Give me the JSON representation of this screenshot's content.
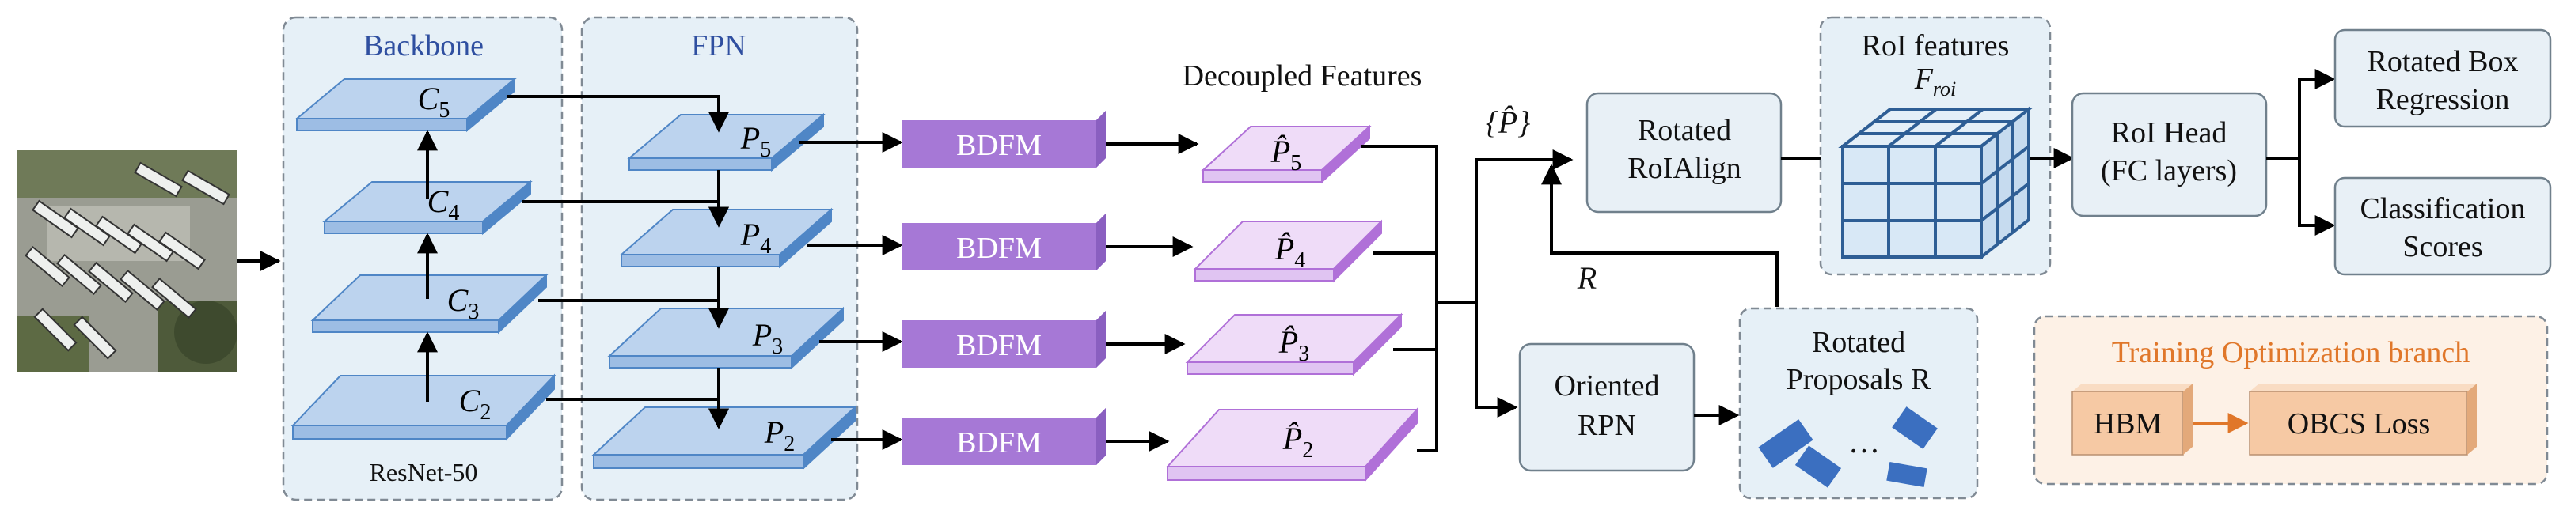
{
  "backbone": {
    "title": "Backbone",
    "footer": "ResNet-50",
    "layers": [
      "C",
      "C",
      "C",
      "C"
    ],
    "layer_subscripts": [
      "5",
      "4",
      "3",
      "2"
    ]
  },
  "fpn": {
    "title": "FPN",
    "layers": [
      "P",
      "P",
      "P",
      "P"
    ],
    "layer_subscripts": [
      "5",
      "4",
      "3",
      "2"
    ]
  },
  "bdfm": {
    "labels": [
      "BDFM",
      "BDFM",
      "BDFM",
      "BDFM"
    ]
  },
  "decoupled": {
    "title": "Decoupled Features",
    "layers": [
      "P̂",
      "P̂",
      "P̂",
      "P̂"
    ],
    "layer_subscripts": [
      "5",
      "4",
      "3",
      "2"
    ]
  },
  "set_label": "{P̂}",
  "r_label": "R",
  "roialign": {
    "line1": "Rotated",
    "line2": "RoIAlign"
  },
  "oriented_rpn": {
    "line1": "Oriented",
    "line2": "RPN"
  },
  "proposals": {
    "line1": "Rotated",
    "line2": "Proposals R",
    "ellipsis": "…"
  },
  "roi_features": {
    "title": "RoI features",
    "var": "F",
    "var_subscript": "roi"
  },
  "roi_head": {
    "line1": "RoI Head",
    "line2": "(FC layers)"
  },
  "outputs": {
    "regression": {
      "line1": "Rotated Box",
      "line2": "Regression"
    },
    "classification": {
      "line1": "Classification",
      "line2": "Scores"
    }
  },
  "training_branch": {
    "title": "Training Optimization branch",
    "hbm": "HBM",
    "loss": "OBCS Loss"
  },
  "colors": {
    "backbone_title": "#2f4fa0",
    "training_title": "#e0772a",
    "slab_top": "#bcd3ee",
    "slab_side": "#4f86c6",
    "bdfm_fill": "#a678d6",
    "decoupled_top": "#efdcf8",
    "decoupled_side": "#b070d8",
    "cube_front": "#d8e8f6",
    "cube_edge": "#2e5e95",
    "proposal_box": "#3b6fc0",
    "training_arrow": "#e0772a"
  }
}
